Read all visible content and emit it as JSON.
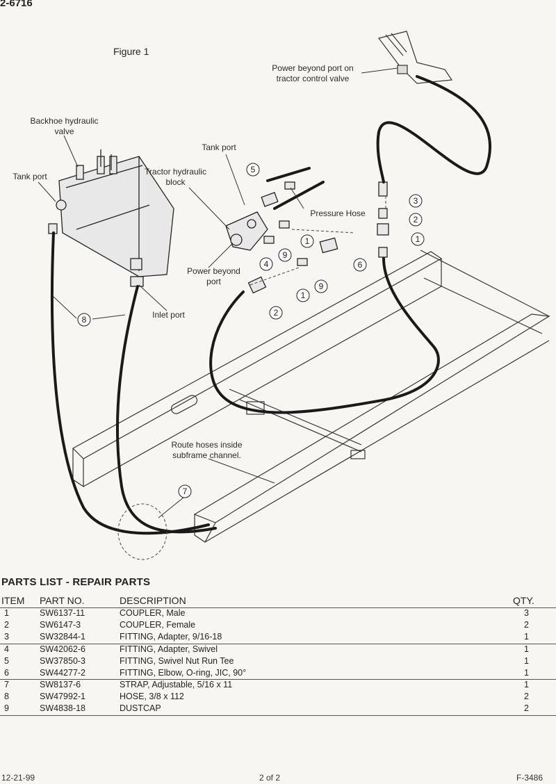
{
  "header": {
    "doc_id": "2-6716"
  },
  "figure": {
    "label": "Figure 1",
    "callouts": {
      "power_beyond_tractor": "Power beyond port on\ntractor control valve",
      "backhoe_valve": "Backhoe hydraulic\nvalve",
      "tank_port_left": "Tank port",
      "tank_port_block": "Tank port",
      "tractor_block": "Tractor hydraulic\nblock",
      "pressure_hose": "Pressure Hose",
      "power_beyond_port": "Power beyond\nport",
      "inlet_port": "Inlet port",
      "route_hoses": "Route hoses inside\nsubframe channel."
    },
    "bubbles": [
      "5",
      "3",
      "2",
      "1",
      "1",
      "4",
      "9",
      "6",
      "1",
      "9",
      "2",
      "8",
      "7"
    ]
  },
  "parts_list": {
    "title": "PARTS LIST - REPAIR PARTS",
    "headers": {
      "item": "ITEM",
      "part_no": "PART NO.",
      "description": "DESCRIPTION",
      "qty": "QTY."
    },
    "rows": [
      {
        "item": "1",
        "part_no": "SW6137-11",
        "description": "COUPLER, Male",
        "qty": "3"
      },
      {
        "item": "2",
        "part_no": "SW6147-3",
        "description": "COUPLER, Female",
        "qty": "2"
      },
      {
        "item": "3",
        "part_no": "SW32844-1",
        "description": "FITTING, Adapter, 9/16-18",
        "qty": "1"
      },
      {
        "item": "4",
        "part_no": "SW42062-6",
        "description": "FITTING, Adapter, Swivel",
        "qty": "1"
      },
      {
        "item": "5",
        "part_no": "SW37850-3",
        "description": "FITTING, Swivel Nut Run Tee",
        "qty": "1"
      },
      {
        "item": "6",
        "part_no": "SW44277-2",
        "description": "FITTING, Elbow, O-ring, JIC, 90°",
        "qty": "1"
      },
      {
        "item": "7",
        "part_no": "SW8137-6",
        "description": "STRAP, Adjustable, 5/16 x 11",
        "qty": "1"
      },
      {
        "item": "8",
        "part_no": "SW47992-1",
        "description": "HOSE, 3/8 x 112",
        "qty": "2"
      },
      {
        "item": "9",
        "part_no": "SW4838-18",
        "description": "DUSTCAP",
        "qty": "2"
      }
    ]
  },
  "footer": {
    "date": "12-21-99",
    "page": "2 of 2",
    "form_no": "F-3486"
  }
}
